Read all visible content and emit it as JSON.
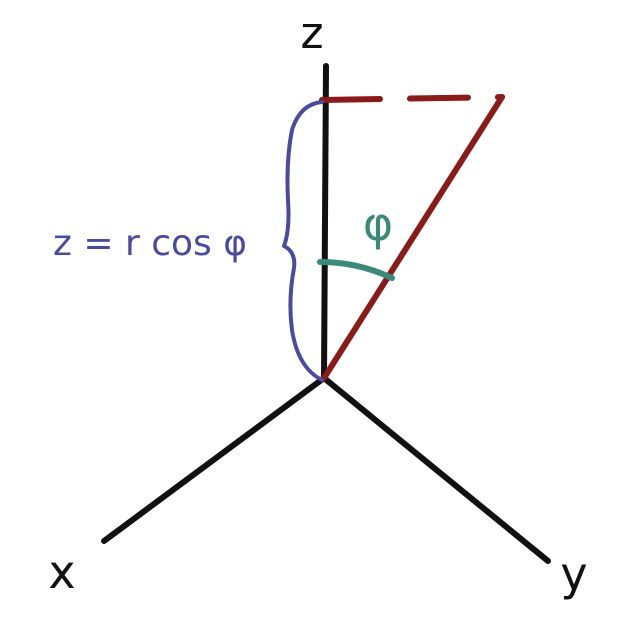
{
  "axes": {
    "z_label": "z",
    "x_label": "x",
    "y_label": "y"
  },
  "annotations": {
    "angle_label": "φ",
    "z_formula": "z = r cos φ"
  },
  "colors": {
    "axes": "#111111",
    "vector_and_projection": "#8b1a1a",
    "angle_arc": "#3a8a7a",
    "brace_and_formula": "#4a4aa0",
    "background": "#ffffff"
  }
}
